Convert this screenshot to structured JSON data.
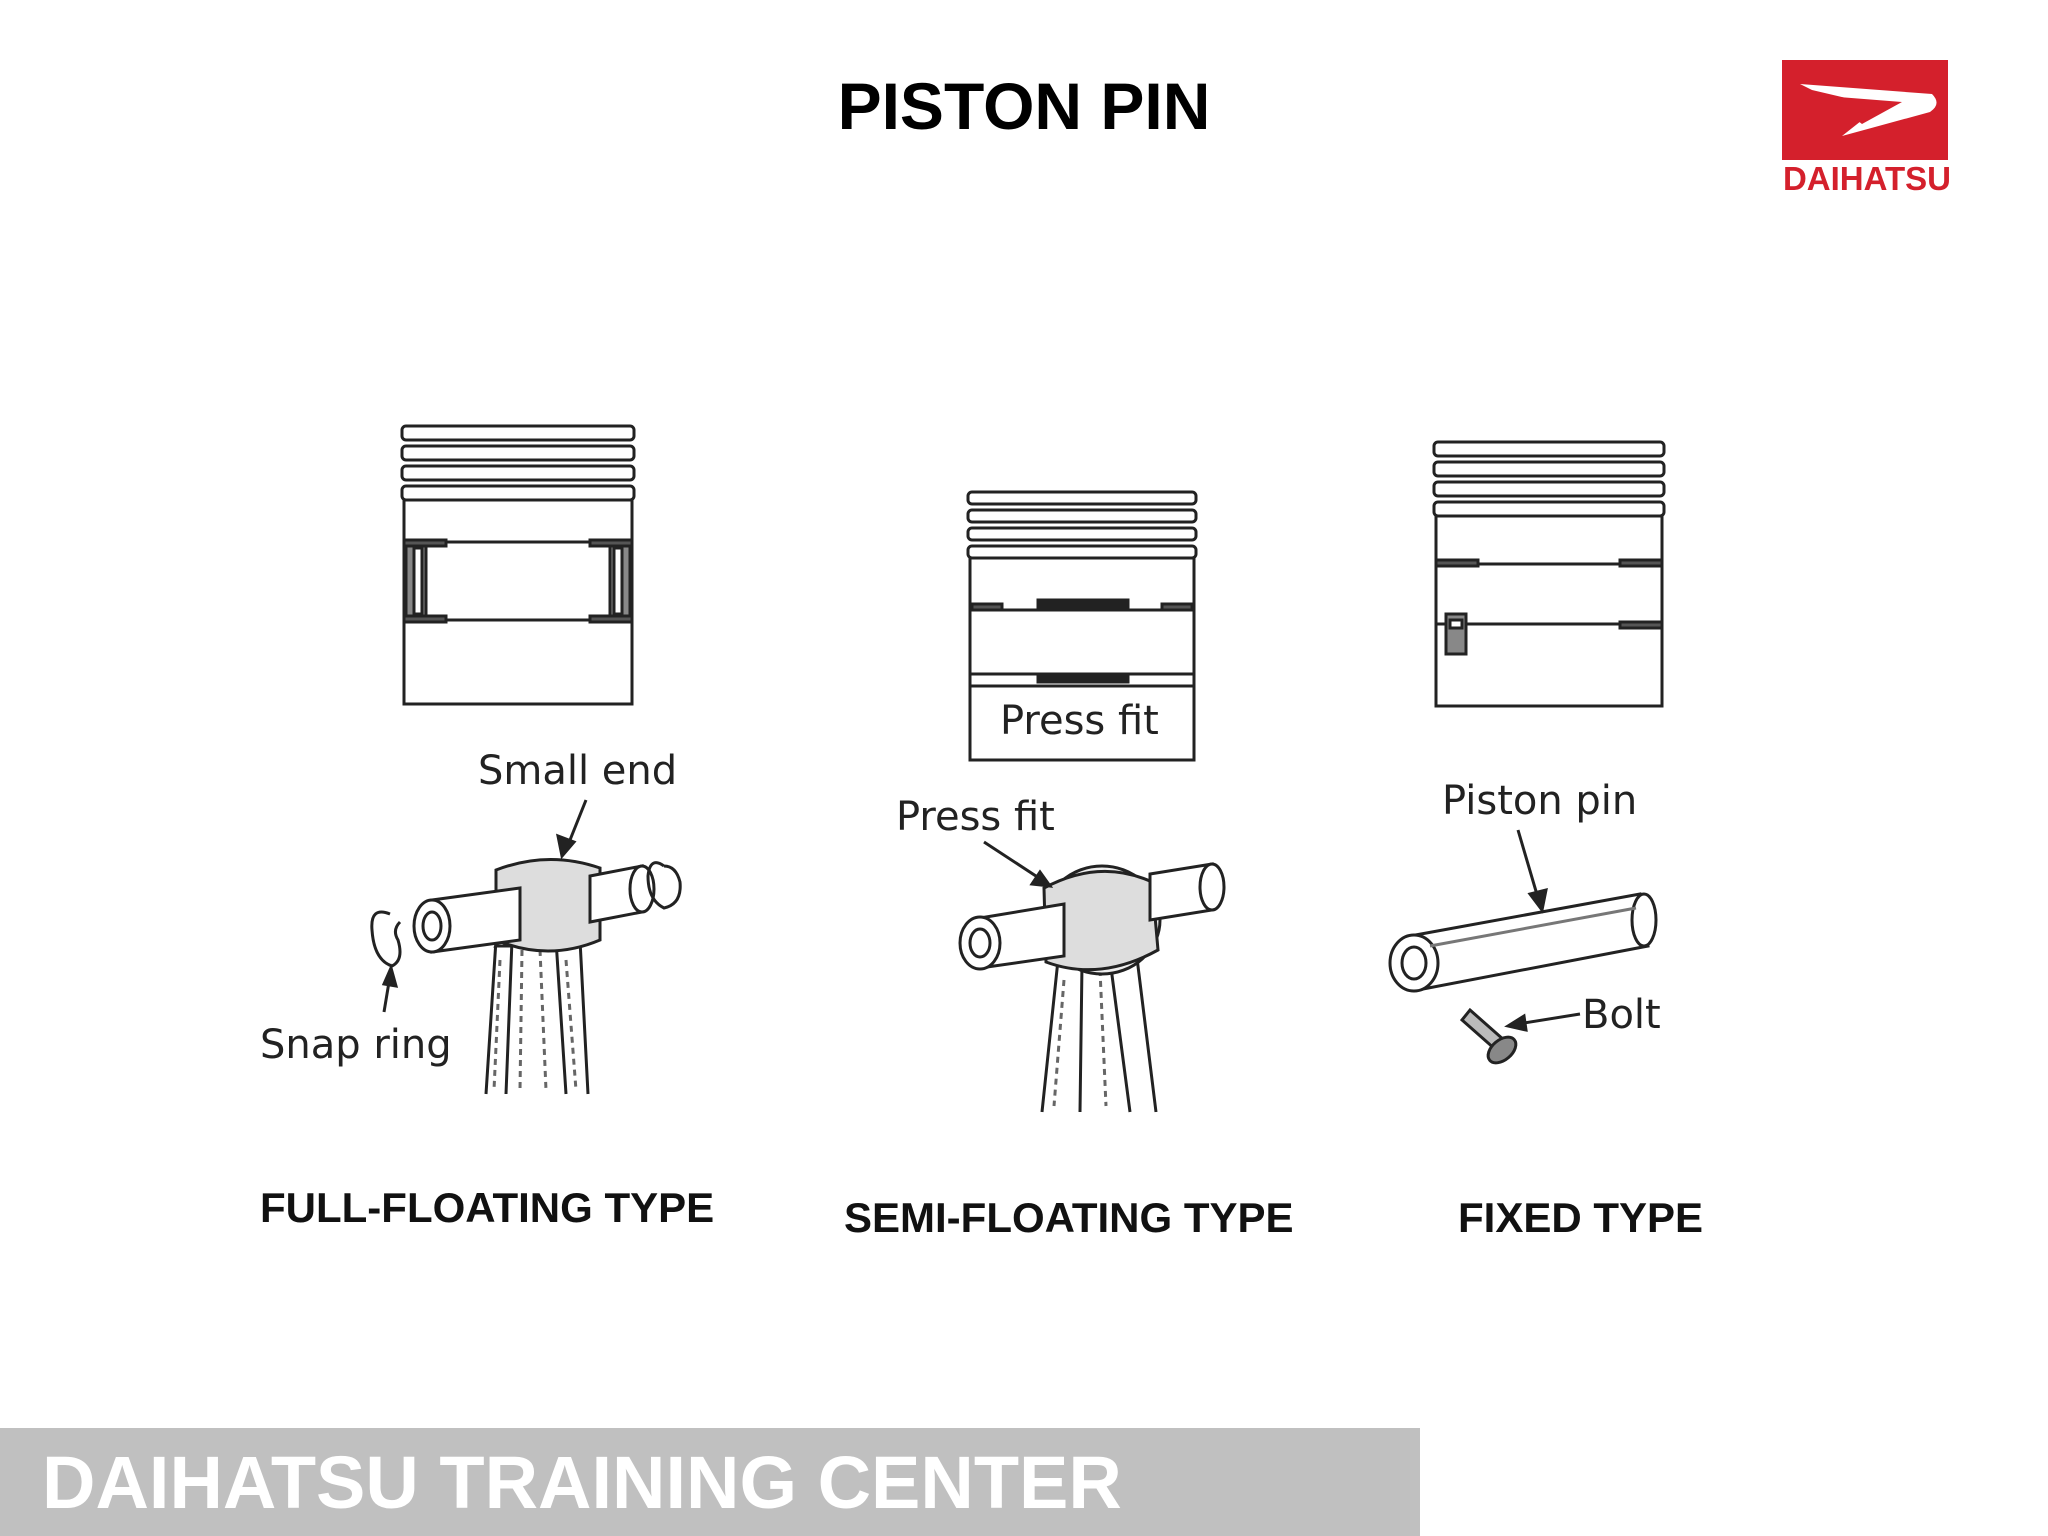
{
  "slide": {
    "title": "PISTON PIN",
    "footer": "DAIHATSU TRAINING CENTER"
  },
  "logo": {
    "text": "DAIHATSU",
    "color": "#d4202c",
    "icon": "daihatsu-d-emblem"
  },
  "diagrams": [
    {
      "caption": "FULL-FLOATING TYPE",
      "labels": {
        "small_end": "Small end",
        "snap_ring": "Snap ring"
      }
    },
    {
      "caption": "SEMI-FLOATING TYPE",
      "labels": {
        "press_fit_piston": "Press fit",
        "press_fit_rod": "Press fit"
      }
    },
    {
      "caption": "FIXED TYPE",
      "labels": {
        "piston_pin": "Piston pin",
        "bolt": "Bolt"
      }
    }
  ],
  "colors": {
    "footer_bg": "#c0c0c0",
    "footer_text": "#ffffff",
    "brand_red": "#d4202c"
  }
}
